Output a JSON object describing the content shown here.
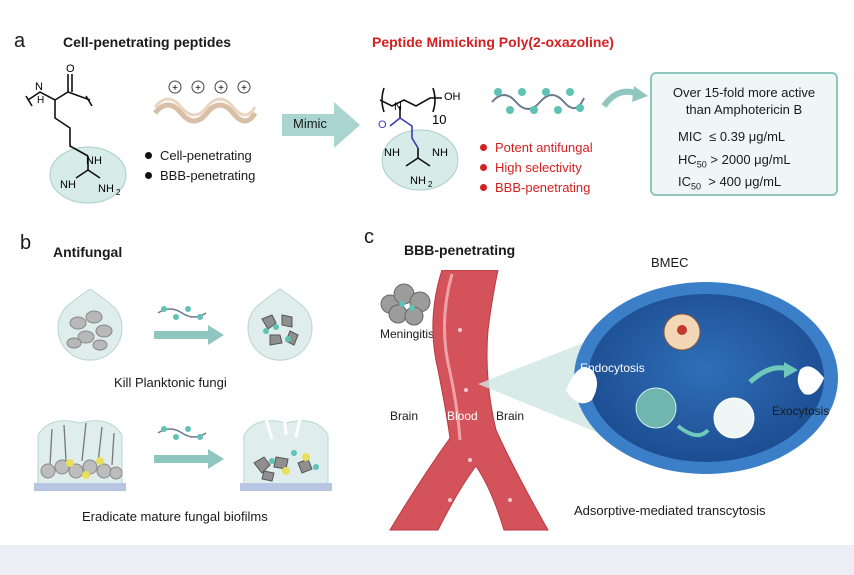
{
  "panel_a": {
    "letter": "a",
    "left_title": "Cell-penetrating peptides",
    "right_title": "Peptide Mimicking Poly(2-oxazoline)",
    "left_bullets": [
      "Cell-penetrating",
      "BBB-penetrating"
    ],
    "mimic_label": "Mimic",
    "right_bullets": [
      "Potent antifungal",
      "High selectivity",
      "BBB-penetrating"
    ],
    "box": {
      "line1": "Over 15-fold more active",
      "line2": "than Amphotericin B",
      "rows": [
        {
          "name": "MIC",
          "sub": "",
          "value": "≤ 0.39 μg/mL"
        },
        {
          "name": "HC",
          "sub": "50",
          "value": "> 2000 μg/mL"
        },
        {
          "name": "IC",
          "sub": "50",
          "value": "> 400 μg/mL"
        }
      ]
    },
    "chem": {
      "n": "N",
      "h": "H",
      "o": "O",
      "nh": "NH",
      "nh2": "NH",
      "two": "2",
      "oh": "OH",
      "ten": "10",
      "plus": "+"
    }
  },
  "panel_b": {
    "letter": "b",
    "title": "Antifungal",
    "caption1": "Kill Planktonic fungi",
    "caption2": "Eradicate mature fungal biofilms"
  },
  "panel_c": {
    "letter": "c",
    "title": "BBB-penetrating",
    "meningitis": "Meningitis",
    "brain_left": "Brain",
    "blood": "Blood",
    "brain_right": "Brain",
    "bmec": "BMEC",
    "endocytosis": "Endocytosis",
    "exocytosis": "Exocytosis",
    "caption": "Adsorptive-mediated transcytosis"
  }
}
